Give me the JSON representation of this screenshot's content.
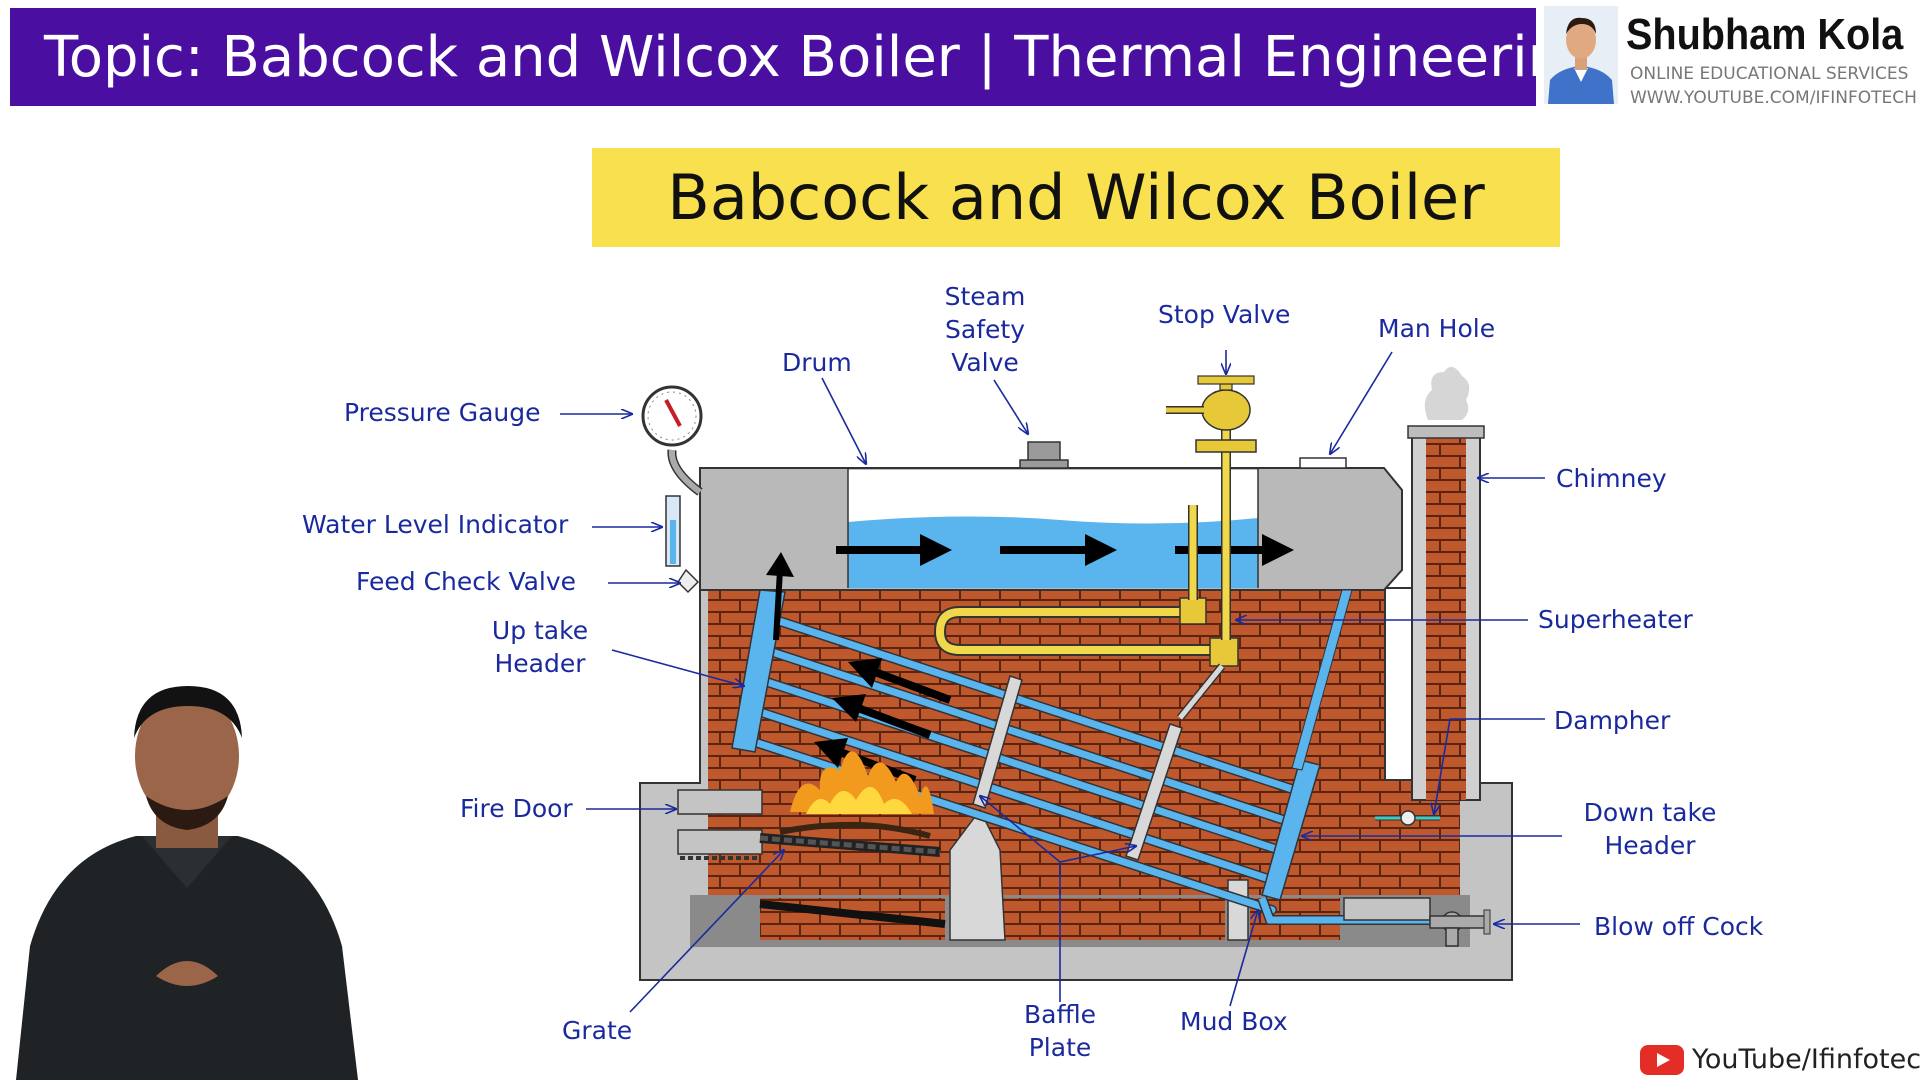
{
  "banner": {
    "title": "Topic: Babcock and Wilcox Boiler | Thermal Engineering"
  },
  "brand": {
    "name": "Shubham Kola",
    "subtitle": "ONLINE EDUCATIONAL SERVICES",
    "url": "WWW.YOUTUBE.COM/IFINFOTECH"
  },
  "diagram": {
    "title": "Babcock and Wilcox Boiler",
    "labels": {
      "pressure_gauge": "Pressure Gauge",
      "water_level_indicator": "Water Level Indicator",
      "feed_check_valve": "Feed Check Valve",
      "up_take_header_1": "Up take",
      "up_take_header_2": "Header",
      "fire_door": "Fire Door",
      "grate": "Grate",
      "drum": "Drum",
      "steam_safety_1": "Steam",
      "steam_safety_2": "Safety",
      "steam_safety_3": "Valve",
      "stop_valve": "Stop Valve",
      "man_hole": "Man Hole",
      "chimney": "Chimney",
      "superheater": "Superheater",
      "dampher": "Dampher",
      "down_take_1": "Down take",
      "down_take_2": "Header",
      "blow_off_cock": "Blow off Cock",
      "baffle_plate_1": "Baffle",
      "baffle_plate_2": "Plate",
      "mud_box": "Mud Box"
    }
  },
  "footer": {
    "channel": "YouTube/Ifinfotech"
  },
  "colors": {
    "banner": "#4a0fa0",
    "title_bg": "#f8e04e",
    "label": "#1a2a9e",
    "brick": "#c0582e",
    "water": "#5ab4ee",
    "steel": "#bdbdbd",
    "steam_pipe": "#f0d84a"
  }
}
